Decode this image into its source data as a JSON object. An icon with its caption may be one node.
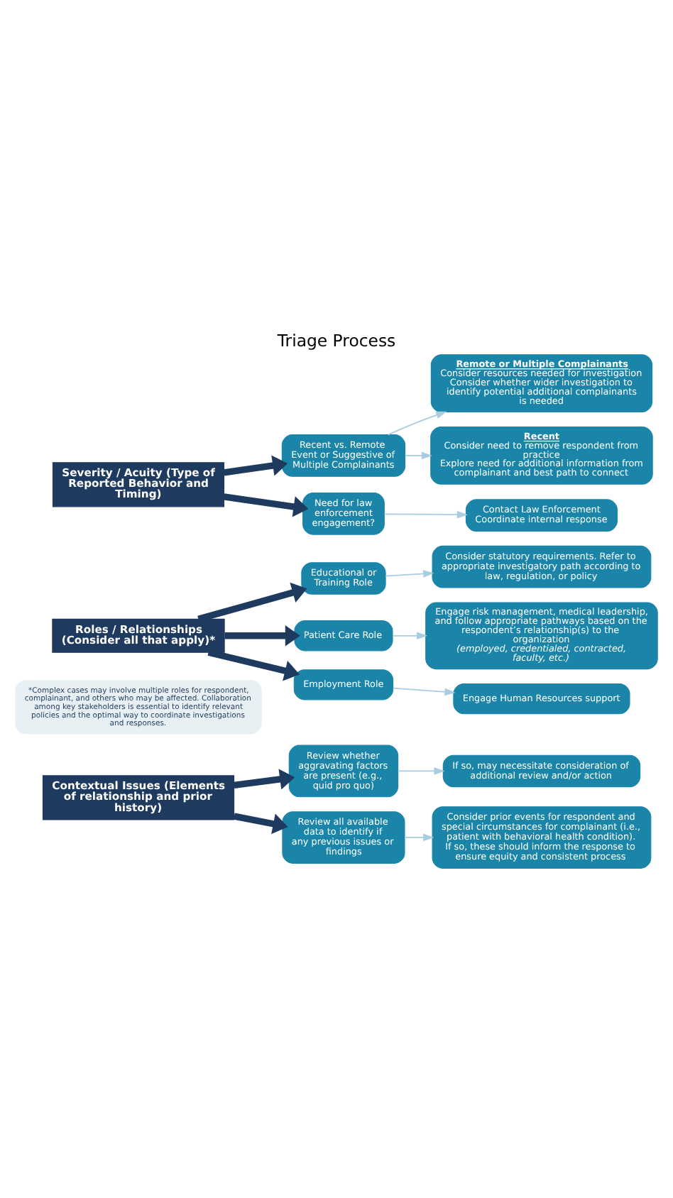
{
  "diagram": {
    "title": "Triage Process",
    "nodes": [
      {
        "text": [
          "Severity / Acuity (Type of Reported Behavior and Timing)"
        ]
      },
      {
        "text": [
          "Need for law enforcement engagement?"
        ]
      },
      {
        "text": [
          "Contact Law Enforcement",
          "Coordinate internal response"
        ]
      },
      {
        "text": [
          "Recent vs. Remote Event or Suggestive of Multiple Complainants"
        ]
      },
      {
        "text": [
          "Recent",
          "Consider need to remove respondent from practice",
          "Explore need for additional information from complainant and best path to connect"
        ]
      },
      {
        "text": [
          "Remote or Multiple Complainants",
          "Consider resources needed for investigation",
          "Consider whether wider investigation to identify potential additional complainants is needed"
        ]
      },
      {
        "text": [
          "Roles / Relationships (Consider all that apply)*"
        ]
      },
      {
        "text": [
          "Employment Role"
        ]
      },
      {
        "text": [
          "Engage Human Resources support"
        ]
      },
      {
        "text": [
          "Patient Care Role"
        ]
      },
      {
        "text": [
          "Engage risk management, medical leadership, and follow appropriate pathways based on the respondent’s relationship(s) to the organization",
          "(employed, credentialed, contracted, faculty, etc.)"
        ]
      },
      {
        "text": [
          "Educational or Training Role"
        ]
      },
      {
        "text": [
          "Consider statutory requirements. Refer to appropriate investigatory path according to law, regulation, or policy"
        ]
      },
      {
        "text": [
          "*Complex cases may involve multiple roles for respondent, complainant, and others who may be affected. Collaboration among key stakeholders is essential to identify relevant policies and the optimal way to coordinate investigations and responses."
        ]
      },
      {
        "text": [
          "Contextual Issues (Elements of relationship and prior history)"
        ]
      },
      {
        "text": [
          "Review all available data to identify if any previous issues or findings"
        ]
      },
      {
        "text": [
          "Consider prior events for respondent and special circumstances for complainant (i.e., patient with behavioral health condition). If so, these should inform the response to ensure equity and consistent process"
        ]
      },
      {
        "text": [
          "Review whether aggravating factors are present (e.g., quid pro quo)"
        ]
      },
      {
        "text": [
          "If so, may necessitate consideration of additional review and/or action"
        ]
      }
    ],
    "edges": [
      {
        "from": 0,
        "to": 1,
        "arrow": "to",
        "style": "thick",
        "color": "#1f3a5f"
      },
      {
        "from": 1,
        "to": 2,
        "arrow": "to"
      },
      {
        "from": 0,
        "to": 3,
        "arrow": "to",
        "style": "thick",
        "color": "#1f3a5f"
      },
      {
        "from": 3,
        "to": 4,
        "arrow": "to"
      },
      {
        "from": 3,
        "to": 5,
        "arrow": "to"
      },
      {
        "from": 6,
        "to": 7,
        "arrow": "to",
        "style": "thick",
        "color": "#1f3a5f"
      },
      {
        "from": 7,
        "to": 8,
        "arrow": "to"
      },
      {
        "from": 6,
        "to": 9,
        "arrow": "to",
        "style": "thick",
        "color": "#1f3a5f"
      },
      {
        "from": 9,
        "to": 10,
        "arrow": "to"
      },
      {
        "from": 6,
        "to": 11,
        "arrow": "to",
        "style": "thick",
        "color": "#1f3a5f"
      },
      {
        "from": 11,
        "to": 12,
        "arrow": "to"
      },
      {
        "from": 14,
        "to": 15,
        "arrow": "to",
        "style": "thick",
        "color": "#1f3a5f"
      },
      {
        "from": 15,
        "to": 16,
        "arrow": "to"
      },
      {
        "from": 14,
        "to": 17,
        "arrow": "to",
        "style": "thick",
        "color": "#1f3a5f"
      },
      {
        "from": 17,
        "to": 18,
        "arrow": "to"
      }
    ]
  }
}
